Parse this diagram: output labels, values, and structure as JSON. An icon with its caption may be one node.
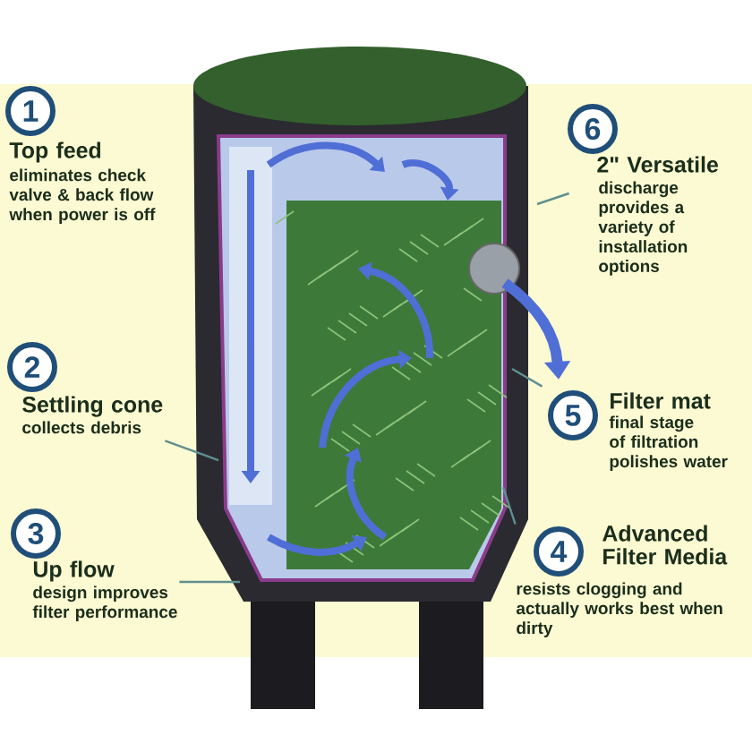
{
  "diagram": {
    "nodes": [
      {
        "text": [
          "1",
          "Top feed",
          "eliminates check valve & back flow when power is off"
        ]
      },
      {
        "text": [
          "6",
          "2\" Versatile",
          "discharge provides a variety of installation options"
        ]
      },
      {
        "text": [
          "2",
          "Settling cone",
          "collects debris"
        ]
      },
      {
        "text": [
          "5",
          "Filter mat",
          "final stage of filtration polishes water"
        ]
      },
      {
        "text": [
          "3",
          "Up flow",
          "design improves filter performance"
        ]
      },
      {
        "text": [
          "4",
          "Advanced Filter Media",
          "resists clogging and actually works best when dirty"
        ]
      }
    ],
    "edges": [
      {
        "from": 1,
        "to": null,
        "arrow": "none"
      },
      {
        "from": 2,
        "to": null,
        "arrow": "none"
      },
      {
        "from": 3,
        "to": null,
        "arrow": "none"
      },
      {
        "from": 4,
        "to": null,
        "arrow": "none"
      },
      {
        "from": 5,
        "to": null,
        "arrow": "none"
      }
    ]
  }
}
